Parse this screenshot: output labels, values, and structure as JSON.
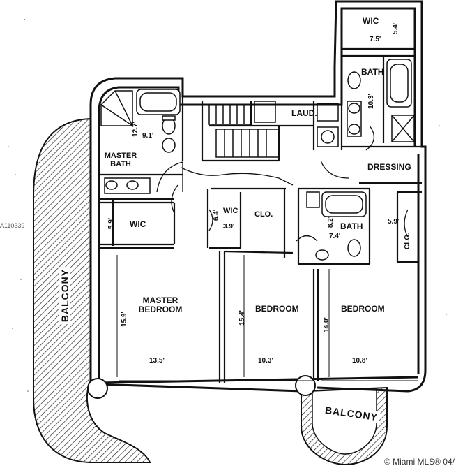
{
  "rooms": {
    "wic_top": "WIC",
    "bath_top": "BATH",
    "laundry": "LAUD.",
    "dressing": "DRESSING",
    "master_bath": "MASTER BATH",
    "wic_master": "WIC",
    "wic_small": "WIC",
    "closet_a": "CLO.",
    "bath_mid": "BATH",
    "closet_b": "CLO.",
    "master_bedroom": "MASTER BEDROOM",
    "bedroom_2": "BEDROOM",
    "bedroom_3": "BEDROOM",
    "balcony_left": "BALCONY",
    "balcony_bottom": "BALCONY"
  },
  "dimensions": {
    "wic_top_w": "7.5'",
    "wic_top_h": "5.4'",
    "bath_top_h": "10.3'",
    "master_bath_h": "12.7'",
    "master_bath_w": "9.1'",
    "wic_master_h": "5.9'",
    "wic_small_h": "6.4'",
    "wic_small_w": "3.9'",
    "bath_mid_h": "8.2'",
    "bath_mid_w": "7.4'",
    "closet_b_w": "5.9'",
    "master_bedroom_h": "15.9'",
    "master_bedroom_w": "13.5'",
    "bedroom_2_h": "15.4'",
    "bedroom_2_w": "10.3'",
    "bedroom_3_h": "14.0'",
    "bedroom_3_w": "10.8'"
  },
  "listing_id": "A110339",
  "watermark": "© Miami MLS® 04/"
}
